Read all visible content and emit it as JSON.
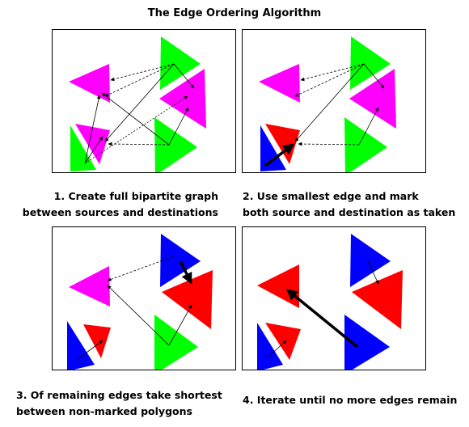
{
  "title": "The Edge Ordering Algorithm",
  "colors": {
    "green": "#00ff00",
    "magenta": "#ff00ff",
    "red": "#ff0000",
    "blue": "#0000ff",
    "line": "#000000",
    "frame": "#000000"
  },
  "panels": [
    {
      "caption": [
        "1. Create full bipartite graph",
        "between sources and destinations"
      ]
    },
    {
      "caption": [
        "2. Use smallest edge and mark",
        "both source and destination as taken"
      ]
    },
    {
      "caption": [
        "3. Of remaining edges take shortest",
        "between non-marked polygons"
      ]
    },
    {
      "caption": [
        "4. Iterate until no more edges remain"
      ]
    }
  ]
}
